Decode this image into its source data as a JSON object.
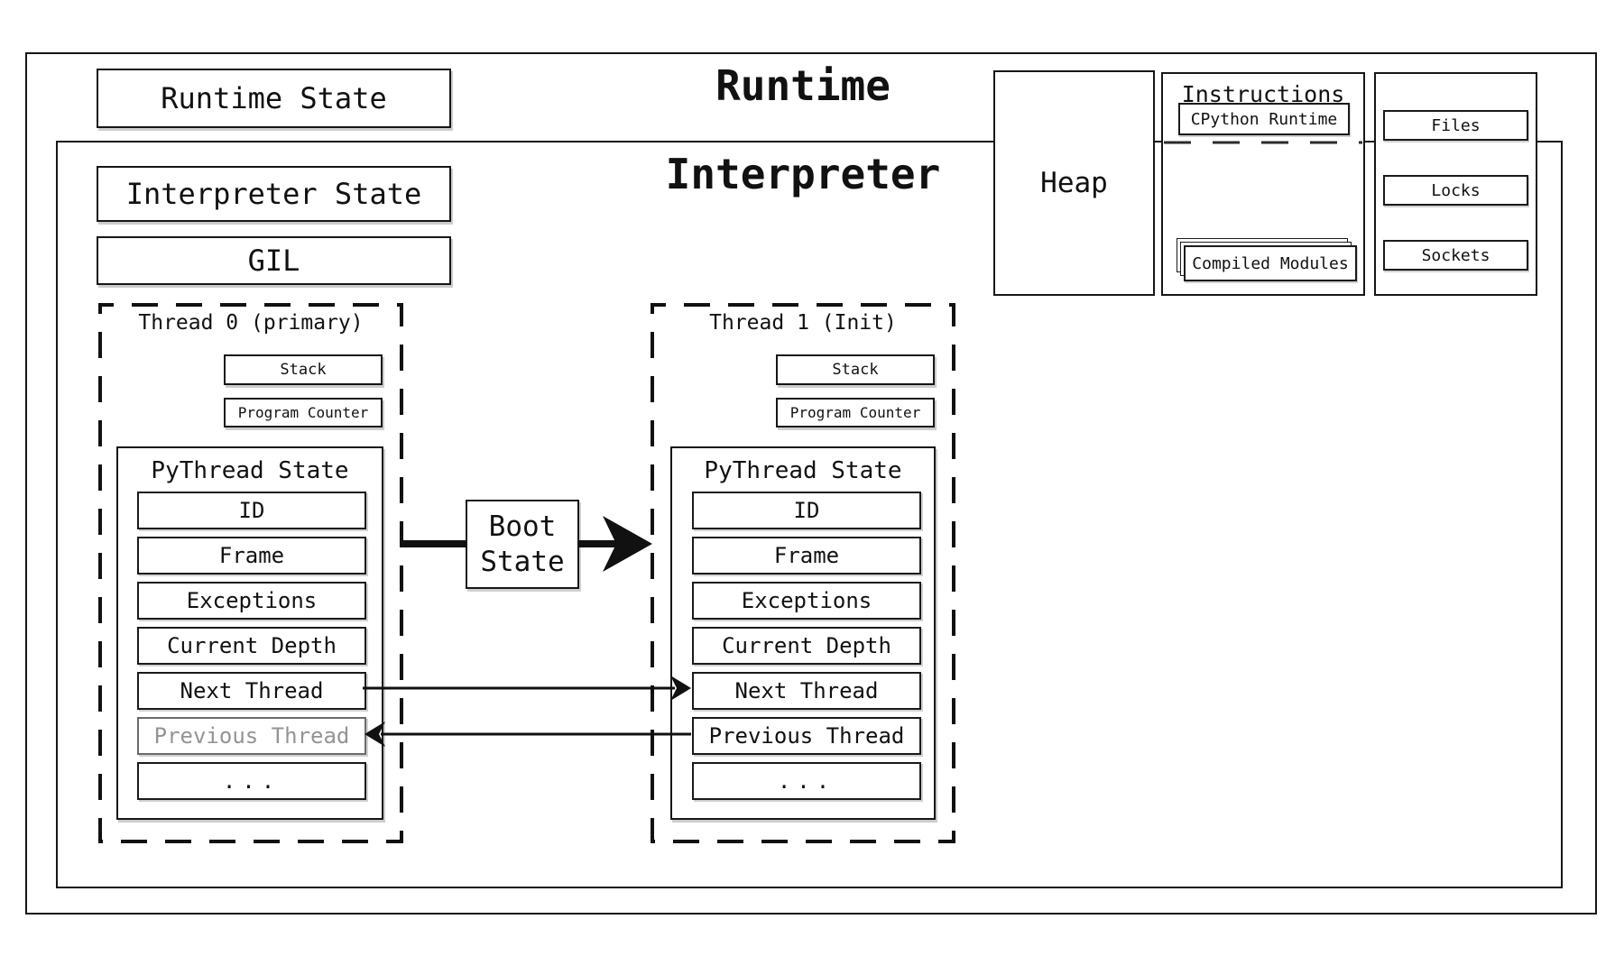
{
  "colors": {
    "ink": "#111111",
    "muted_text": "#949494",
    "muted_border": "#6b6b6b",
    "background": "#ffffff"
  },
  "titles": {
    "runtime": "Runtime",
    "interpreter": "Interpreter"
  },
  "runtime_state_label": "Runtime State",
  "interpreter_state_label": "Interpreter State",
  "gil_label": "GIL",
  "threads": [
    {
      "title": "Thread 0 (primary)",
      "stack_label": "Stack",
      "program_counter_label": "Program Counter",
      "pythread_title": "PyThread State",
      "rows": [
        {
          "label": "ID"
        },
        {
          "label": "Frame"
        },
        {
          "label": "Exceptions"
        },
        {
          "label": "Current Depth"
        },
        {
          "label": "Next Thread"
        },
        {
          "label": "Previous Thread",
          "muted": true
        },
        {
          "label": "..."
        }
      ]
    },
    {
      "title": "Thread 1 (Init)",
      "stack_label": "Stack",
      "program_counter_label": "Program Counter",
      "pythread_title": "PyThread State",
      "rows": [
        {
          "label": "ID"
        },
        {
          "label": "Frame"
        },
        {
          "label": "Exceptions"
        },
        {
          "label": "Current Depth"
        },
        {
          "label": "Next Thread"
        },
        {
          "label": "Previous Thread",
          "muted": false
        },
        {
          "label": "..."
        }
      ]
    }
  ],
  "boot_state": {
    "line1": "Boot",
    "line2": "State"
  },
  "heap_label": "Heap",
  "instructions": {
    "title": "Instructions",
    "cpython_runtime_label": "CPython Runtime",
    "compiled_modules_label": "Compiled Modules"
  },
  "resources": {
    "files_label": "Files",
    "locks_label": "Locks",
    "sockets_label": "Sockets"
  }
}
